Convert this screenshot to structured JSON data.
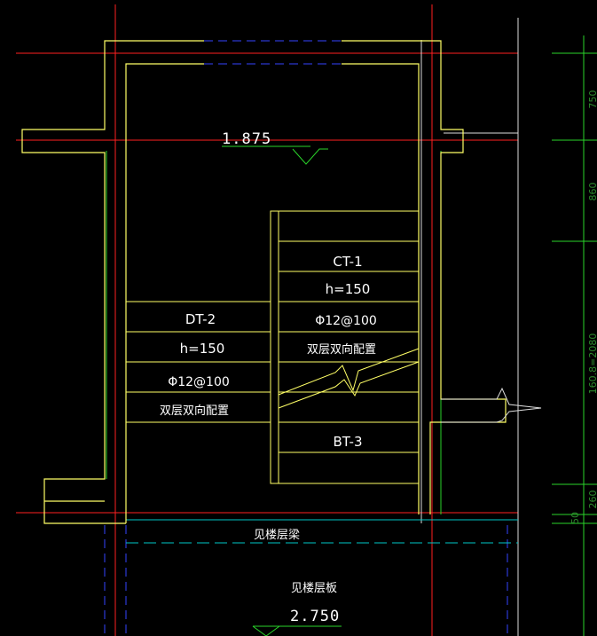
{
  "drawing": {
    "levels": {
      "upper": "1.875",
      "lower": "2.750"
    },
    "landing_slab": {
      "name": "DT-2",
      "thickness": "h=150",
      "rebar": "Φ12@100",
      "note": "双层双向配置"
    },
    "stair_upper": {
      "name": "CT-1",
      "thickness": "h=150",
      "rebar": "Φ12@100",
      "note": "双层双向配置"
    },
    "stair_lower": {
      "name": "BT-3"
    },
    "beam_note": "见楼层梁",
    "slab_note": "见楼层板",
    "dimensions": [
      "750",
      "860",
      "160.8=2080",
      "260",
      "50"
    ]
  },
  "colors": {
    "wall": "#ffff66",
    "axis": "#ff2020",
    "grid": "#2ad42a",
    "hidden": "#3344ff",
    "beam": "#00c8c8",
    "centerline": "#ffffff",
    "text": "#ffffff"
  }
}
